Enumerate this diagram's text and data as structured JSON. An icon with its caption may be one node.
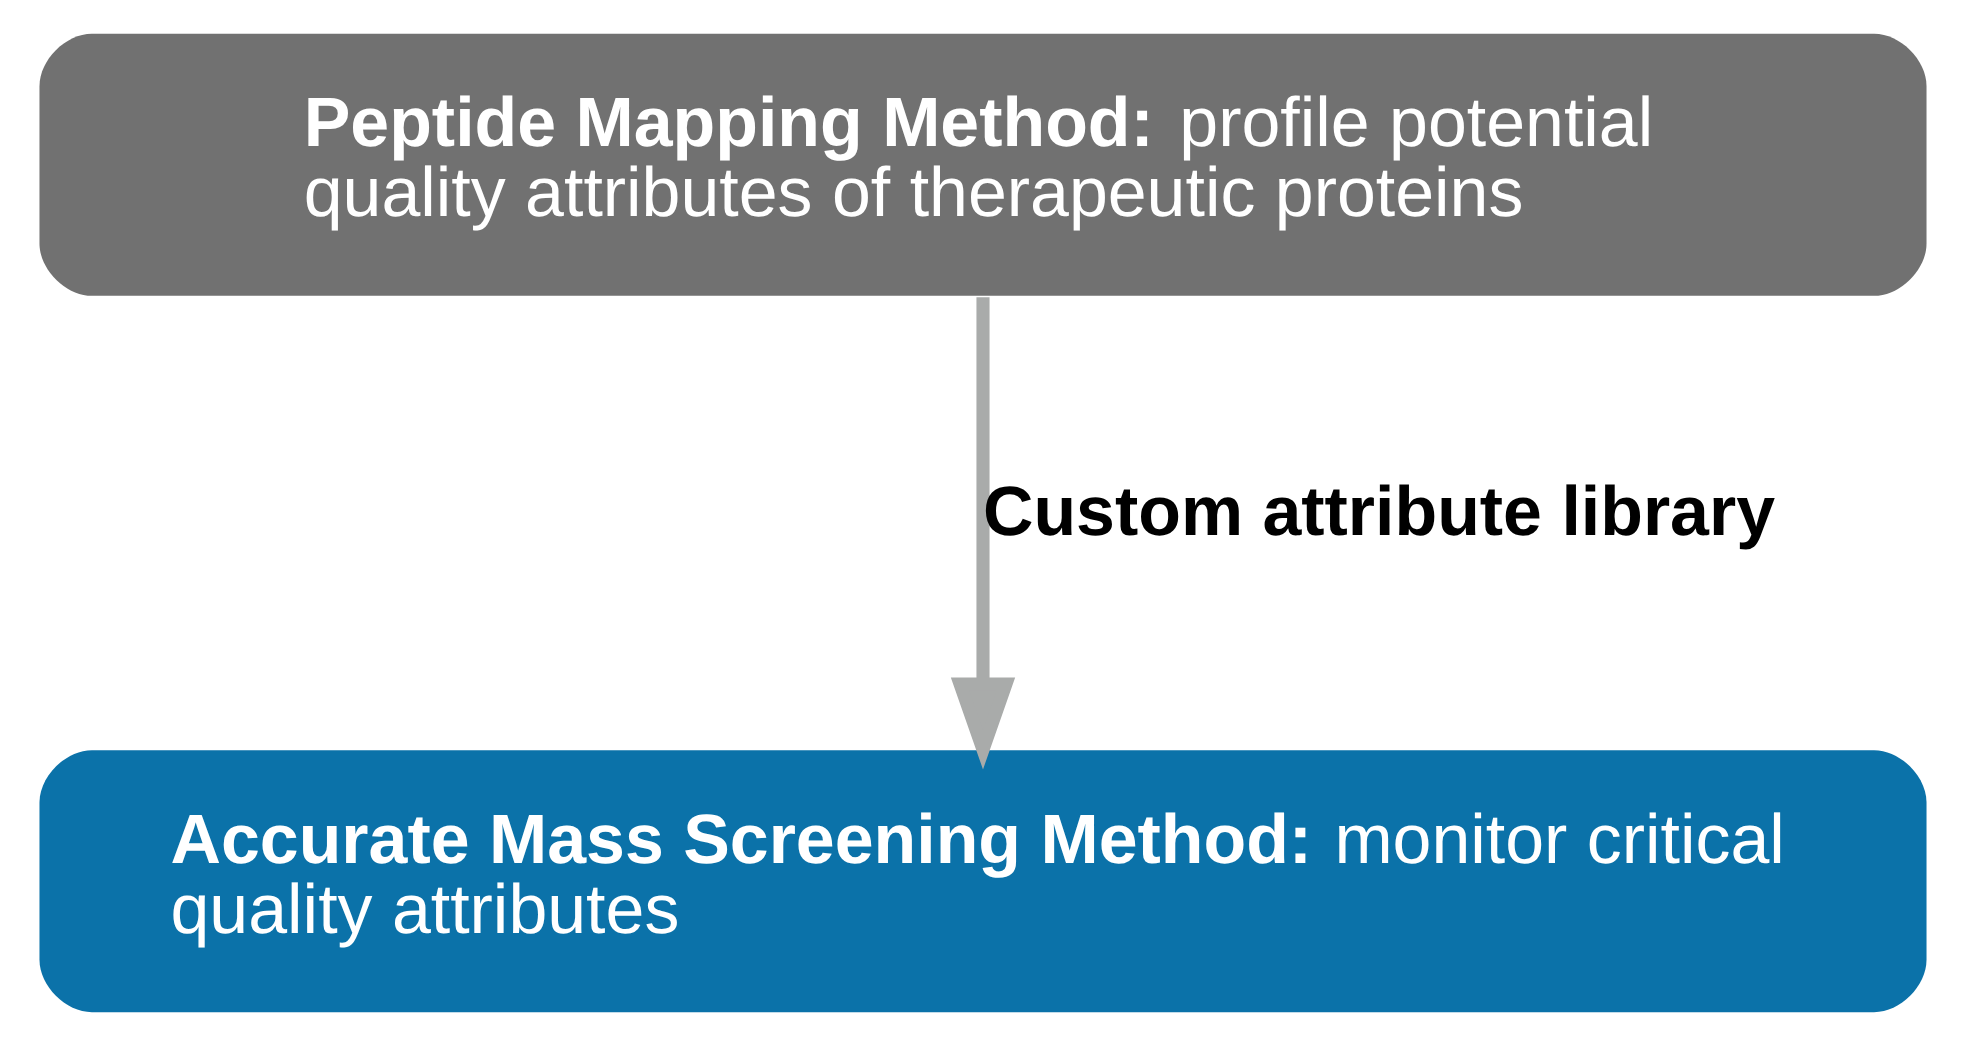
{
  "diagram": {
    "nodes": [
      {
        "text": [
          "**Peptide Mapping Method:** profile potential quality attributes of therapeutic proteins"
        ]
      },
      {
        "text": [
          "**Accurate Mass Screening Method:** monitor critical quality attributes"
        ]
      }
    ],
    "edges": [
      {
        "from": 0,
        "to": 1,
        "arrow": "to",
        "label": "Custom attribute library"
      }
    ]
  }
}
